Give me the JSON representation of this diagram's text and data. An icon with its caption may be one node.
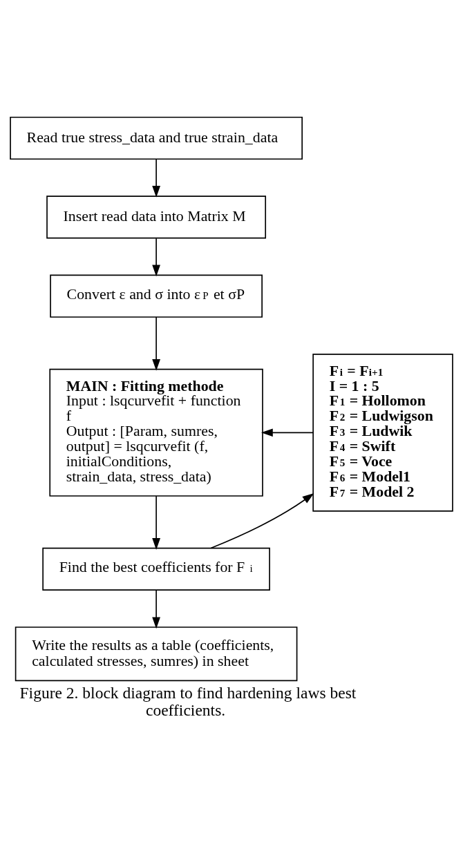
{
  "diagram": {
    "caption": "Figure 2. block diagram to find hardening laws best coefficients.",
    "nodes": [
      {
        "text": [
          "Read true stress_data and true strain_data"
        ]
      },
      {
        "text": [
          "Insert read data into Matrix M"
        ]
      },
      {
        "text": [
          "Convert ε and σ into ε$_{P}$ et σP"
        ]
      },
      {
        "text": [
          "**MAIN : Fitting methode**",
          "Input : lsqcurvefit + function f",
          "Output : [Param, sumres, output] = lsqcurvefit (f, initialConditions, strain_data, stress_data)"
        ]
      },
      {
        "text": [
          "Find the best coefficients for F$_{i}$"
        ]
      },
      {
        "text": [
          "**F$_{i}$ = F$_{i+1}$**",
          "**I = 1 : 5**",
          "**F$_{1}$ = Hollomon**",
          "**F$_{2}$ = Ludwigson**",
          "**F$_{3}$ = Ludwik**",
          "**F$_{4}$ = Swift**",
          "**F$_{5}$ = Voce**",
          "**F$_{6}$ = Model1**",
          "**F$_{7}$ = Model 2**"
        ]
      },
      {
        "text": [
          "Write the results as a table (coefficients, calculated stresses, sumres) in sheet"
        ]
      }
    ],
    "edges": [
      {
        "from": 0,
        "to": 1,
        "arrow": "to"
      },
      {
        "from": 1,
        "to": 2,
        "arrow": "to"
      },
      {
        "from": 2,
        "to": 3,
        "arrow": "to"
      },
      {
        "from": 3,
        "to": 4,
        "arrow": "to"
      },
      {
        "from": 4,
        "to": 5,
        "arrow": "to"
      },
      {
        "from": 4,
        "to": 6,
        "arrow": "to"
      },
      {
        "from": 5,
        "to": 3,
        "arrow": "to"
      }
    ]
  }
}
